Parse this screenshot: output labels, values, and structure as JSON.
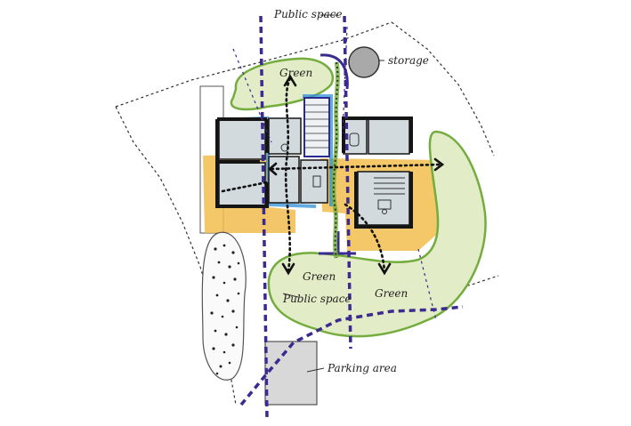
{
  "labels": {
    "public_space_top": "Public space",
    "storage": "storage",
    "green_top": "Green",
    "green_center": "Green",
    "green_right": "Green",
    "public_space_bottom": "Public space",
    "parking_area": "Parking area"
  },
  "colors": {
    "green_fill": "#e2ecc6",
    "green_stroke": "#74ad3e",
    "orange": "#f2bd4f",
    "blue": "#2f8fd6",
    "purple": "#3b2a8f",
    "room_fill": "#d3dade",
    "wall": "#151515",
    "parking_fill": "#d8d8d8",
    "storage_fill": "#a9a9a9"
  }
}
